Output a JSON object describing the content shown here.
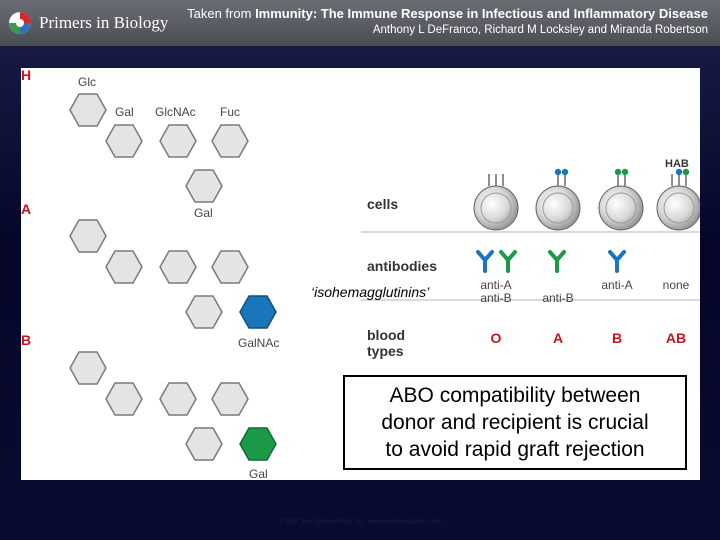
{
  "header": {
    "brand": "Primers in Biology",
    "source_prefix": "Taken from",
    "book_title": "Immunity: The Immune Response in Infectious and Inflammatory Disease",
    "authors": "Anthony L DeFranco, Richard M Locksley and Miranda Robertson"
  },
  "antigens": {
    "h_label": "H",
    "a_label": "A",
    "b_label": "B",
    "glc": "Glc",
    "gal_top": "Gal",
    "glcnac": "GlcNAc",
    "fuc": "Fuc",
    "gal_h": "Gal",
    "galnac": "GalNAc",
    "gal_b": "Gal"
  },
  "table": {
    "row_cells": "cells",
    "row_antibodies": "antibodies",
    "row_blood_line1": "blood",
    "row_blood_line2": "types",
    "hab": "HAB",
    "isohemagglutinins": "‘isohemagglutinins’",
    "columns": [
      {
        "antibodies_line1": "anti-A",
        "antibodies_line2": "anti-B",
        "blood_type": "O"
      },
      {
        "antibodies_line1": "anti-B",
        "antibodies_line2": "",
        "blood_type": "A"
      },
      {
        "antibodies_line1": "anti-A",
        "antibodies_line2": "",
        "blood_type": "B"
      },
      {
        "antibodies_line1": "none",
        "antibodies_line2": "",
        "blood_type": "AB"
      }
    ]
  },
  "callout": {
    "line1": "ABO compatibility between",
    "line2": "donor and recipient is crucial",
    "line3": "to avoid rapid graft rejection"
  },
  "footer": "© 2007 New Science Press Ltd · www.newsciencepress.com",
  "colors": {
    "hex_fill": "#e4e4e4",
    "hex_stroke": "#7a7a7a",
    "galnac_blue": "#1b75bb",
    "gal_green": "#1a9a48",
    "type_red": "#c8141c",
    "label_red": "#c8141c"
  }
}
